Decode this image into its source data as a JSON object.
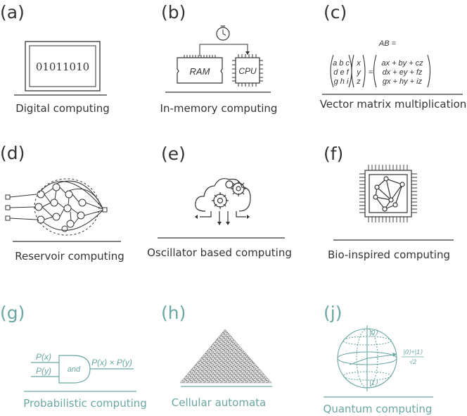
{
  "colors": {
    "ink": "#333333",
    "teal": "#6aa6a3"
  },
  "panels": {
    "a": {
      "letter": "(a)",
      "caption": "Digital computing",
      "binary": "01011010"
    },
    "b": {
      "letter": "(b)",
      "caption": "In-memory computing",
      "ram": "RAM",
      "cpu": "CPU"
    },
    "c": {
      "letter": "(c)",
      "caption": "Vector matrix multiplication",
      "title": "AB =",
      "matrix": [
        "a  b  c",
        "d  e  f",
        "g  h  i"
      ],
      "vector": [
        "x",
        "y",
        "z"
      ],
      "equals": "=",
      "result": [
        "ax + by + cz",
        "dx + ey + fz",
        "gx + hy + iz"
      ]
    },
    "d": {
      "letter": "(d)",
      "caption": "Reservoir computing"
    },
    "e": {
      "letter": "(e)",
      "caption": "Oscillator based computing"
    },
    "f": {
      "letter": "(f)",
      "caption": "Bio-inspired computing"
    },
    "g": {
      "letter": "(g)",
      "caption": "Probabilistic computing",
      "px": "P(x)",
      "py": "P(y)",
      "gate": "and",
      "out": "P(x) × P(y)"
    },
    "h": {
      "letter": "(h)",
      "caption": "Cellular automata"
    },
    "j": {
      "letter": "(j)",
      "caption": "Quantum computing",
      "ket0": "|0⟩",
      "ket1": "|1⟩",
      "super_num": "|0⟩+|1⟩",
      "super_den": "√2"
    }
  }
}
